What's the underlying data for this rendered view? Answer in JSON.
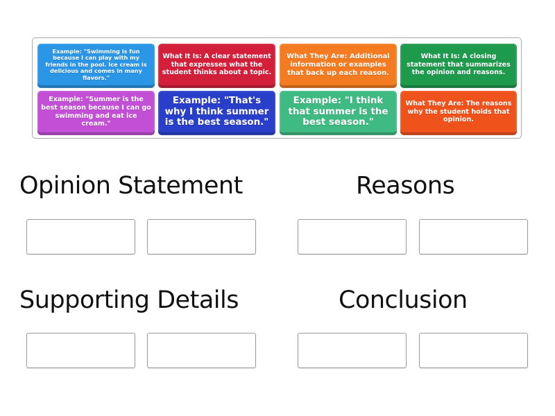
{
  "activity": {
    "cards": [
      {
        "text": "Example: \"Swimming is fun because I can play with my friends in the pool. Ice cream is delicious and comes in many flavors.\"",
        "color": "#2b95e6"
      },
      {
        "text": "What It Is: A clear statement that expresses what the student thinks about a topic.",
        "color": "#d41f3a"
      },
      {
        "text": "What They Are: Additional information or examples that back up each reason.",
        "color": "#f47b20"
      },
      {
        "text": "What It Is: A closing statement that summarizes the opinion and reasons.",
        "color": "#1e9a4c"
      },
      {
        "text": "Example: \"Summer is the best season because I can go swimming and eat ice cream.\"",
        "color": "#c24fd6"
      },
      {
        "text": "Example: \"That's why I think summer is the best season.\"",
        "color": "#2a3fc9"
      },
      {
        "text": "Example: \"I think that summer is the best season.\"",
        "color": "#3fba82"
      },
      {
        "text": "What They Are: The reasons why the student holds that opinion.",
        "color": "#f0521c"
      }
    ],
    "groups": [
      {
        "heading": "Opinion Statement",
        "slots": 2
      },
      {
        "heading": "Reasons",
        "slots": 2
      },
      {
        "heading": "Supporting Details",
        "slots": 2
      },
      {
        "heading": "Conclusion",
        "slots": 2
      }
    ]
  }
}
